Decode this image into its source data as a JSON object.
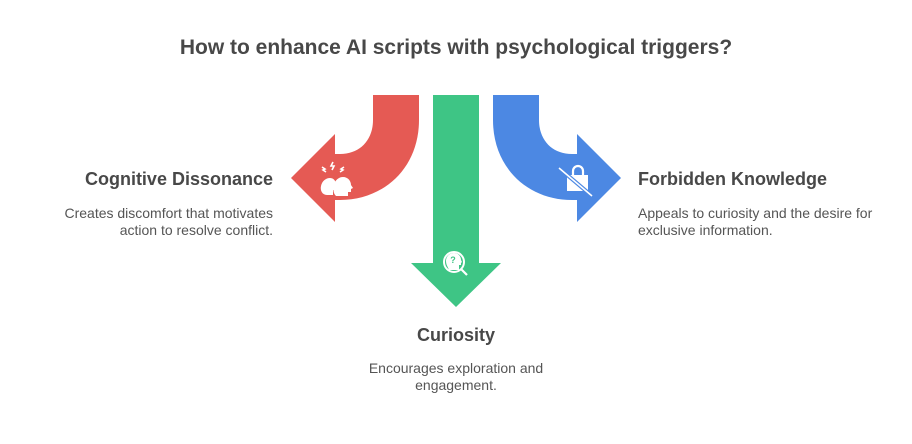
{
  "title": "How to enhance AI scripts with psychological triggers?",
  "items": [
    {
      "heading": "Cognitive Dissonance",
      "description": "Creates discomfort that motivates action to resolve conflict.",
      "color": "#E55A54",
      "icon": "conflicted-heads-icon"
    },
    {
      "heading": "Curiosity",
      "description": "Encourages exploration and engagement.",
      "color": "#3EC585",
      "icon": "head-question-magnifier-icon"
    },
    {
      "heading": "Forbidden Knowledge",
      "description": "Appeals to curiosity and the desire for exclusive information.",
      "color": "#4C88E3",
      "icon": "lock-crossed-icon"
    }
  ]
}
